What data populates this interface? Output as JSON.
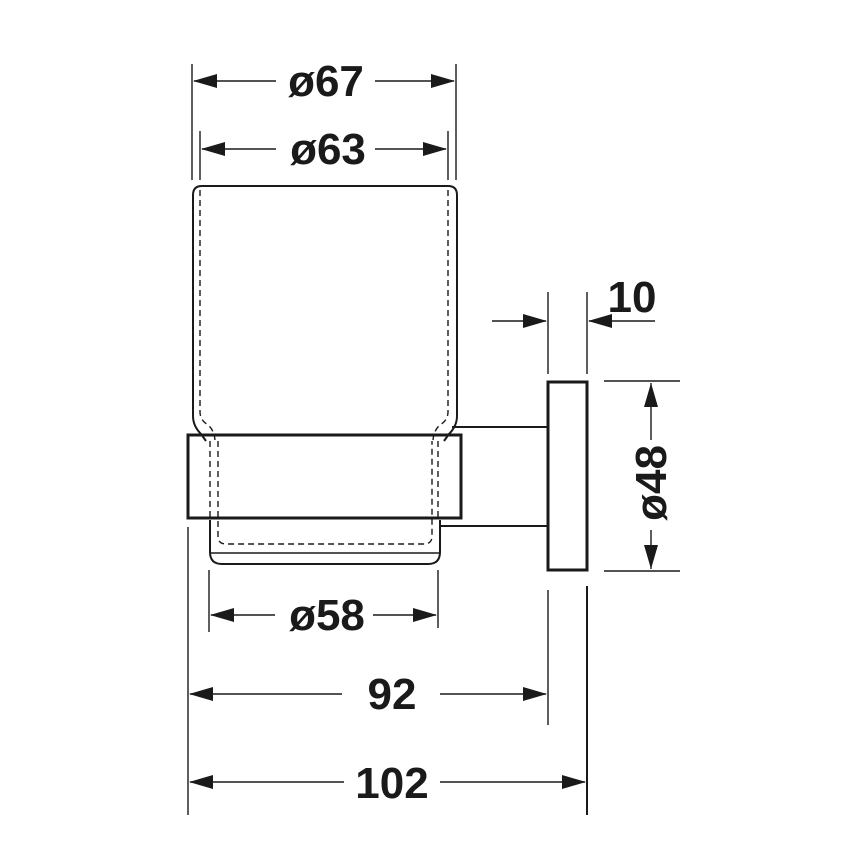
{
  "drawing": {
    "type": "technical-dimension-drawing",
    "subject": "wall-mounted tumbler holder (side view)",
    "units": "mm",
    "colors": {
      "line": "#1a1a1a",
      "background": "#ffffff"
    },
    "dimensions": {
      "cup_top_outer_diameter": "ø67",
      "cup_top_inner_diameter": "ø63",
      "cup_bottom_diameter": "ø58",
      "rosette_thickness": "10",
      "rosette_diameter": "ø48",
      "projection_to_rosette_front": "92",
      "total_projection": "102"
    }
  }
}
